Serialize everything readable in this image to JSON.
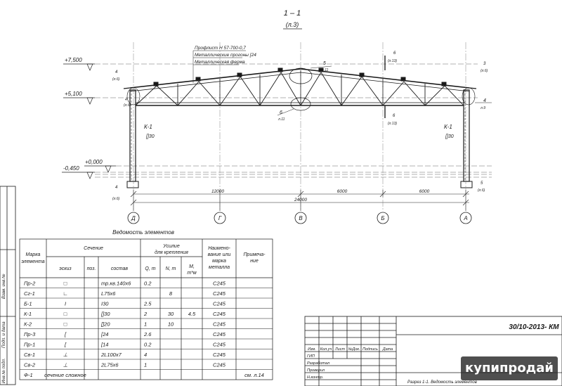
{
  "section": {
    "title": "1 – 1",
    "sheet_ref": "(л.3)"
  },
  "callout": {
    "line1": "Профлист Н 57-700-0,7",
    "line2": "Металлические прогоны [24",
    "line3": "Металлическая ферма"
  },
  "levels": [
    "+7,500",
    "+5,100",
    "+0,000",
    "-0,450"
  ],
  "column_labels": {
    "left_name": "К-1",
    "left_profile": "[]30",
    "right_name": "К-1",
    "right_profile": "[]30"
  },
  "node_marks": {
    "n4_top": "4",
    "n4_top_ref": "(л.6)",
    "n5": "5",
    "n5_ref": "л.11",
    "n6_mid": "6",
    "n6_mid_ref": "л.11",
    "n6_rt": "6",
    "n6_rt_ref": "(л.13)",
    "n6_rb": "6",
    "n6_rb_ref": "(л.13)",
    "n3": "3",
    "n3_ref": "(л.6)",
    "n4_right": "4",
    "n4_right_ref": "л.9",
    "n4_bot": "4",
    "n4_bot_ref": "(л.6)",
    "n5_bot": "5",
    "n5_bot_ref": "(л.6)",
    "n4_left": "4",
    "n4_left_ref": "(л.6)"
  },
  "dimensions": {
    "d1": "12000",
    "d2": "6000",
    "d3": "6000",
    "total": "24000"
  },
  "axes": [
    "Д",
    "Г",
    "В",
    "Б",
    "А"
  ],
  "schedule": {
    "title": "Ведомость элементов",
    "headers": {
      "mark": "Марка элемента",
      "section": "Сечение",
      "sketch": "эскиз",
      "pos": "поз.",
      "composition": "состав",
      "force": "Усилие для крепления",
      "q": "Q, т",
      "n": "N, т",
      "m": "M, т*м",
      "steel": "Наимено-вание или марка металла",
      "note": "Примеча-ние"
    },
    "rows": [
      {
        "mark": "Пр-2",
        "sketch": "□",
        "pos": "",
        "composition": "тр.кв.140х6",
        "q": "0.2",
        "n": "",
        "m": "",
        "steel": "С245",
        "note": ""
      },
      {
        "mark": "Сг-1",
        "sketch": "∟",
        "pos": "",
        "composition": "L75х6",
        "q": "",
        "n": "8",
        "m": "",
        "steel": "С245",
        "note": ""
      },
      {
        "mark": "Б-1",
        "sketch": "I",
        "pos": "",
        "composition": "I30",
        "q": "2.5",
        "n": "",
        "m": "",
        "steel": "С245",
        "note": ""
      },
      {
        "mark": "К-1",
        "sketch": "□",
        "pos": "",
        "composition": "[]30",
        "q": "2",
        "n": "30",
        "m": "4.5",
        "steel": "С245",
        "note": ""
      },
      {
        "mark": "К-2",
        "sketch": "□",
        "pos": "",
        "composition": "[]20",
        "q": "1",
        "n": "10",
        "m": "",
        "steel": "С245",
        "note": ""
      },
      {
        "mark": "Пр-3",
        "sketch": "[",
        "pos": "",
        "composition": "[24",
        "q": "2.6",
        "n": "",
        "m": "",
        "steel": "С245",
        "note": ""
      },
      {
        "mark": "Пр-1",
        "sketch": "[",
        "pos": "",
        "composition": "[14",
        "q": "0.2",
        "n": "",
        "m": "",
        "steel": "С245",
        "note": ""
      },
      {
        "mark": "Св-1",
        "sketch": "⊥",
        "pos": "",
        "composition": "2L100х7",
        "q": "4",
        "n": "",
        "m": "",
        "steel": "С245",
        "note": ""
      },
      {
        "mark": "Св-2",
        "sketch": "⊥",
        "pos": "",
        "composition": "2L75х6",
        "q": "1",
        "n": "",
        "m": "",
        "steel": "С245",
        "note": ""
      },
      {
        "mark": "Ф-1",
        "sketch": "сечение сложное",
        "pos": "",
        "composition": "",
        "q": "",
        "n": "",
        "m": "",
        "steel": "",
        "note": "см. л.14"
      }
    ]
  },
  "side_stamp": [
    "Взам. инв.№",
    "Подп. и дата",
    "Инв.№ подл."
  ],
  "title_block": {
    "code": "30/10-2013- КМ",
    "col_heads": [
      "Изм.",
      "Кол.уч",
      "Лист",
      "№Док.",
      "Подпись",
      "Дата"
    ],
    "roles": [
      "ГИП",
      "Разработал",
      "Проверил",
      "Н.контр."
    ],
    "sheet_title": "Разрез 1-1. Ведомость элементов"
  },
  "watermark": "купипродай"
}
